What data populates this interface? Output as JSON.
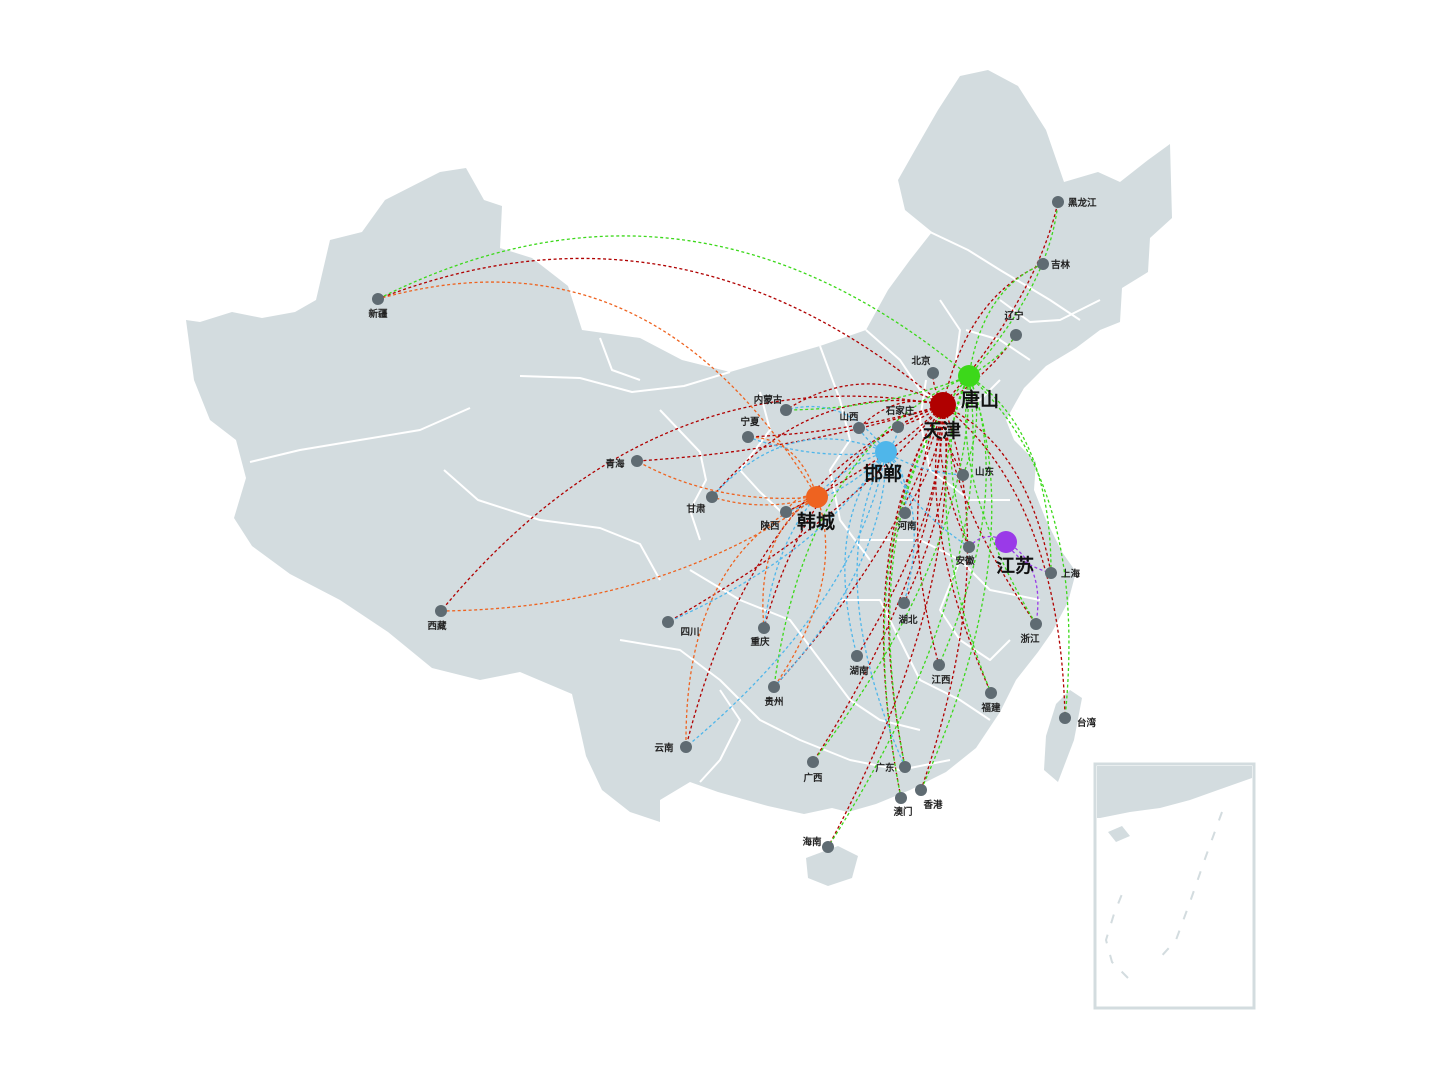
{
  "map": {
    "land_color": "#d3dcdf",
    "border_color": "#ffffff",
    "province_dot_color": "#5f6b72",
    "inset_frame_color": "#d3dcdf",
    "hubs": [
      {
        "id": "tianjin",
        "name": "天津",
        "color": "#b00000"
      },
      {
        "id": "tangshan",
        "name": "唐山",
        "color": "#3cd81a"
      },
      {
        "id": "handan",
        "name": "邯郸",
        "color": "#4fb6ea"
      },
      {
        "id": "hancheng",
        "name": "韩城",
        "color": "#ee6320"
      },
      {
        "id": "jiangsu",
        "name": "江苏",
        "color": "#9a3ae8"
      }
    ],
    "provinces": [
      {
        "id": "heilongjiang",
        "name": "黑龙江"
      },
      {
        "id": "jilin",
        "name": "吉林"
      },
      {
        "id": "liaoning",
        "name": "辽宁"
      },
      {
        "id": "beijing",
        "name": "北京"
      },
      {
        "id": "neimenggu",
        "name": "内蒙古"
      },
      {
        "id": "shijiazhuang",
        "name": "石家庄"
      },
      {
        "id": "shanxi",
        "name": "山西"
      },
      {
        "id": "ningxia",
        "name": "宁夏"
      },
      {
        "id": "xinjiang",
        "name": "新疆"
      },
      {
        "id": "qinghai",
        "name": "青海"
      },
      {
        "id": "gansu",
        "name": "甘肃"
      },
      {
        "id": "shaanxi",
        "name": "陕西"
      },
      {
        "id": "shandong",
        "name": "山东"
      },
      {
        "id": "henan",
        "name": "河南"
      },
      {
        "id": "anhui",
        "name": "安徽"
      },
      {
        "id": "shanghai",
        "name": "上海"
      },
      {
        "id": "xizang",
        "name": "西藏"
      },
      {
        "id": "sichuan",
        "name": "四川"
      },
      {
        "id": "chongqing",
        "name": "重庆"
      },
      {
        "id": "hubei",
        "name": "湖北"
      },
      {
        "id": "zhejiang",
        "name": "浙江"
      },
      {
        "id": "hunan",
        "name": "湖南"
      },
      {
        "id": "jiangxi",
        "name": "江西"
      },
      {
        "id": "guizhou",
        "name": "贵州"
      },
      {
        "id": "fujian",
        "name": "福建"
      },
      {
        "id": "taiwan",
        "name": "台湾"
      },
      {
        "id": "yunnan",
        "name": "云南"
      },
      {
        "id": "guangxi",
        "name": "广西"
      },
      {
        "id": "guangdong",
        "name": "广东"
      },
      {
        "id": "xianggang",
        "name": "香港"
      },
      {
        "id": "aomen",
        "name": "澳门"
      },
      {
        "id": "hainan",
        "name": "海南"
      }
    ],
    "routes": {
      "tianjin": [
        "heilongjiang",
        "jilin",
        "liaoning",
        "beijing",
        "neimenggu",
        "shijiazhuang",
        "shanxi",
        "ningxia",
        "xinjiang",
        "qinghai",
        "gansu",
        "shaanxi",
        "shandong",
        "henan",
        "anhui",
        "shanghai",
        "xizang",
        "sichuan",
        "chongqing",
        "hubei",
        "zhejiang",
        "hunan",
        "jiangxi",
        "guizhou",
        "fujian",
        "taiwan",
        "yunnan",
        "guangxi",
        "guangdong",
        "xianggang",
        "aomen",
        "hainan"
      ],
      "tangshan": [
        "heilongjiang",
        "jilin",
        "liaoning",
        "neimenggu",
        "xinjiang",
        "shandong",
        "anhui",
        "shanghai",
        "zhejiang",
        "jiangxi",
        "fujian",
        "taiwan",
        "guizhou",
        "guangxi",
        "guangdong",
        "xianggang",
        "aomen",
        "hainan"
      ],
      "handan": [
        "neimenggu",
        "shanxi",
        "shijiazhuang",
        "ningxia",
        "gansu",
        "shaanxi",
        "shandong",
        "henan",
        "anhui",
        "hubei",
        "hunan",
        "sichuan",
        "chongqing",
        "guizhou",
        "guangdong",
        "yunnan"
      ],
      "hancheng": [
        "xinjiang",
        "qinghai",
        "ningxia",
        "gansu",
        "shaanxi",
        "xizang",
        "chongqing",
        "guizhou",
        "yunnan"
      ],
      "jiangsu": [
        "shanghai",
        "zhejiang",
        "anhui"
      ]
    }
  }
}
